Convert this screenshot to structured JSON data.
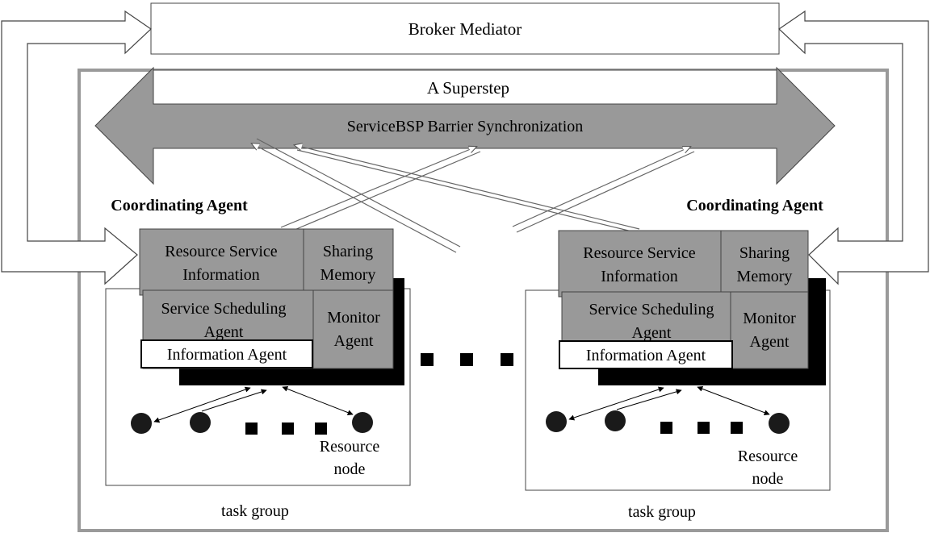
{
  "broker": {
    "label": "Broker Mediator"
  },
  "superstep": {
    "label": "A Superstep"
  },
  "barrier": {
    "label": "ServiceBSP  Barrier Synchronization"
  },
  "left_group": {
    "coordinating_label": "Coordinating Agent",
    "resource_service": [
      "Resource Service",
      "Information"
    ],
    "sharing_memory": [
      "Sharing",
      "Memory"
    ],
    "service_scheduling": [
      "Service Scheduling",
      "Agent"
    ],
    "monitor": [
      "Monitor",
      "Agent"
    ],
    "information_agent": "Information Agent",
    "resource_node": [
      "Resource",
      "node"
    ],
    "task_group": "task group"
  },
  "right_group": {
    "coordinating_label": "Coordinating Agent",
    "resource_service": [
      "Resource Service",
      "Information"
    ],
    "sharing_memory": [
      "Sharing",
      "Memory"
    ],
    "service_scheduling": [
      "Service Scheduling",
      "Agent"
    ],
    "monitor": [
      "Monitor",
      "Agent"
    ],
    "information_agent": "Information Agent",
    "resource_node": [
      "Resource",
      "node"
    ],
    "task_group": "task group"
  },
  "colors": {
    "box_gray": "#999999",
    "frame_gray": "#9a9a9a",
    "node_fill": "#1a1a1a",
    "shadow": "#000000"
  }
}
